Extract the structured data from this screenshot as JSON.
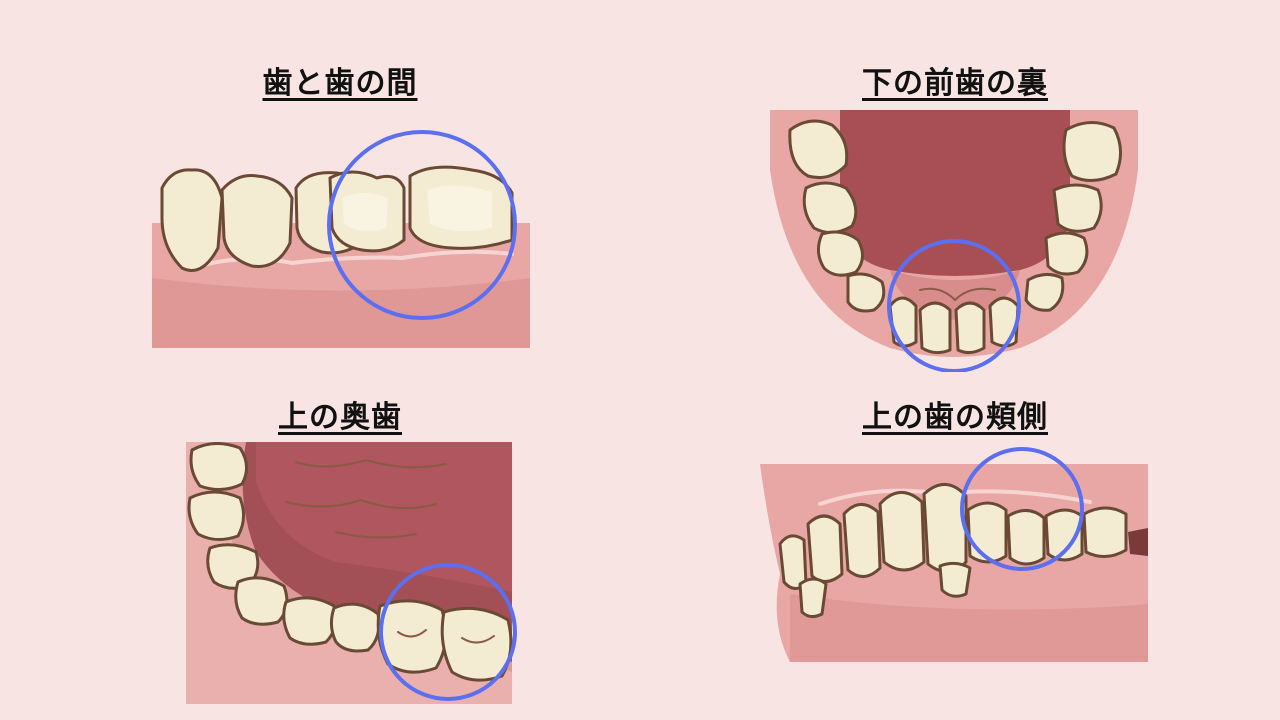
{
  "panels": [
    {
      "id": "between-teeth",
      "title": "歯と歯の間"
    },
    {
      "id": "back-of-lower-front-teeth",
      "title": "下の前歯の裏"
    },
    {
      "id": "upper-back-teeth",
      "title": "上の奥歯"
    },
    {
      "id": "cheek-side-of-upper-teeth",
      "title": "上の歯の頬側"
    }
  ],
  "colors": {
    "background": "#f8e5e3",
    "highlight_ring": "#5c6ff0",
    "gum": "#e8a7a5",
    "tooth": "#f3ecd3",
    "mouth_interior": "#a84f55"
  }
}
